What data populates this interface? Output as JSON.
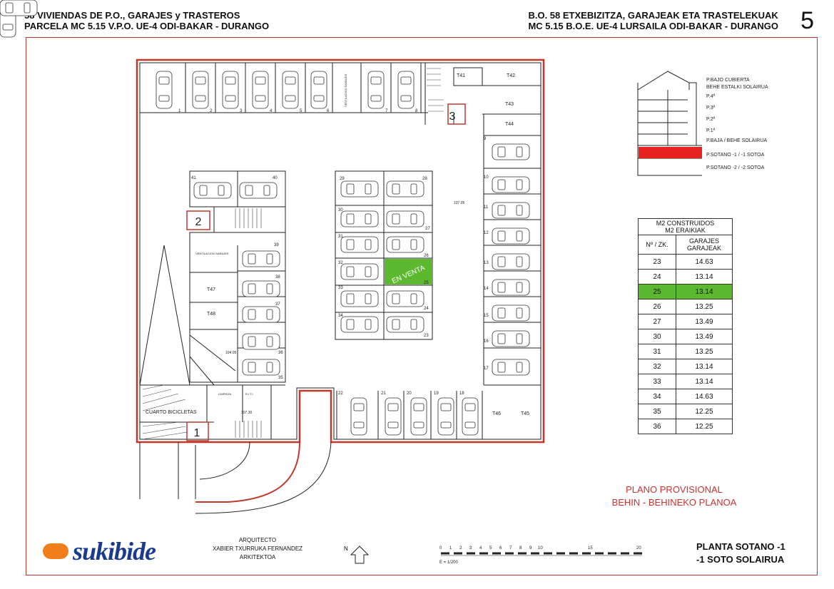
{
  "header": {
    "left_line1": "58 VIVIENDAS DE P.O., GARAJES y TRASTEROS",
    "left_line2": "PARCELA  MC  5.15 V.P.O. UE-4 ODI-BAKAR - DURANGO",
    "right_line1": "B.O. 58 ETXEBIZITZA, GARAJEAK ETA TRASTELEKUAK",
    "right_line2": "MC 5.15 B.O.E. UE-4 LURSAILA ODI-BAKAR - DURANGO",
    "page_number": "5"
  },
  "section": {
    "levels": [
      "P.BAJO CUBIERTA\nBEHE ESTALKI SOLAIRUA",
      "P.4ª",
      "P.3ª",
      "P.2ª",
      "P.1ª",
      "P.BAJA / BEHE SOLAIRUA",
      "P.SOTANO -1 / -1 SOTOA",
      "P.SOTANO -2 / -2 SOTOA"
    ],
    "level_l1": "P.BAJO CUBIERTA",
    "level_l1b": "BEHE ESTALKI SOLAIRUA",
    "level_4": "P.4ª",
    "level_3": "P.3ª",
    "level_2": "P.2ª",
    "level_1": "P.1ª",
    "level_0": "P.BAJA / BEHE SOLAIRUA",
    "level_m1": "P.SOTANO -1 / -1 SOTOA",
    "level_m2": "P.SOTANO -2 / -2 SOTOA",
    "highlight_color": "#e52421"
  },
  "table": {
    "title1": "M2  CONSTRUIDOS",
    "title2": "M2  ERAIKIAK",
    "col1": "Nº / ZK.",
    "col2a": "GARAJES",
    "col2b": "GARAJEAK",
    "rows": [
      {
        "n": "23",
        "m2": "14.63"
      },
      {
        "n": "24",
        "m2": "13.14"
      },
      {
        "n": "25",
        "m2": "13.14",
        "highlight": true
      },
      {
        "n": "26",
        "m2": "13.25"
      },
      {
        "n": "27",
        "m2": "13.49"
      },
      {
        "n": "30",
        "m2": "13.49"
      },
      {
        "n": "31",
        "m2": "13.25"
      },
      {
        "n": "32",
        "m2": "13.14"
      },
      {
        "n": "33",
        "m2": "13.14"
      },
      {
        "n": "34",
        "m2": "14.63"
      },
      {
        "n": "35",
        "m2": "12.25"
      },
      {
        "n": "36",
        "m2": "12.25"
      }
    ],
    "highlight_color": "#5cb82e"
  },
  "plan": {
    "en_venta": "EN VENTA",
    "area_main": "107.05",
    "area_ramp": "104.05",
    "area_bottom": "107.30",
    "ventilacion_top": "VENTILACION GARAJES",
    "ventilacion_mid": "VENTILACION GARAJES",
    "cuarto_bicicletas": "CUARTO BICICLETAS",
    "limpieza": "LIMPIEZA",
    "riti": "R.I.T.I.",
    "storage": [
      "T41",
      "T42",
      "T43",
      "T44",
      "T45",
      "T46",
      "T47",
      "T48"
    ],
    "stairs": [
      "1",
      "2",
      "3"
    ],
    "top_spots": [
      "1",
      "2",
      "3",
      "4",
      "5",
      "6",
      "7",
      "8"
    ],
    "right_spots": [
      "9",
      "10",
      "11",
      "12",
      "13",
      "14",
      "15",
      "16",
      "17"
    ],
    "bottom_spots": [
      "22",
      "21",
      "20",
      "19",
      "18"
    ],
    "center_left": [
      "29",
      "30",
      "31",
      "32",
      "33",
      "34"
    ],
    "center_right": [
      "28",
      "27",
      "26",
      "25",
      "24",
      "23"
    ],
    "left_block_top": [
      "41",
      "40"
    ],
    "left_block_right": [
      "39",
      "38",
      "37",
      "36",
      "35"
    ]
  },
  "legend": {
    "prov1": "PLANO PROVISIONAL",
    "prov2": "BEHIN - BEHINEKO PLANOA",
    "logo": "sukibide",
    "arq1": "ARQUITECTO",
    "arq2": "XABIER TXURRUKA FERNANDEZ",
    "arq3": "ARKITEKTOA",
    "north": "N",
    "scale_ticks": [
      "0",
      "1",
      "2",
      "3",
      "4",
      "5",
      "6",
      "7",
      "8",
      "9",
      "10",
      "15",
      "20"
    ],
    "scale": "E = 1/200",
    "title1": "PLANTA SOTANO -1",
    "title2": "-1 SOTO SOLAIRUA"
  }
}
